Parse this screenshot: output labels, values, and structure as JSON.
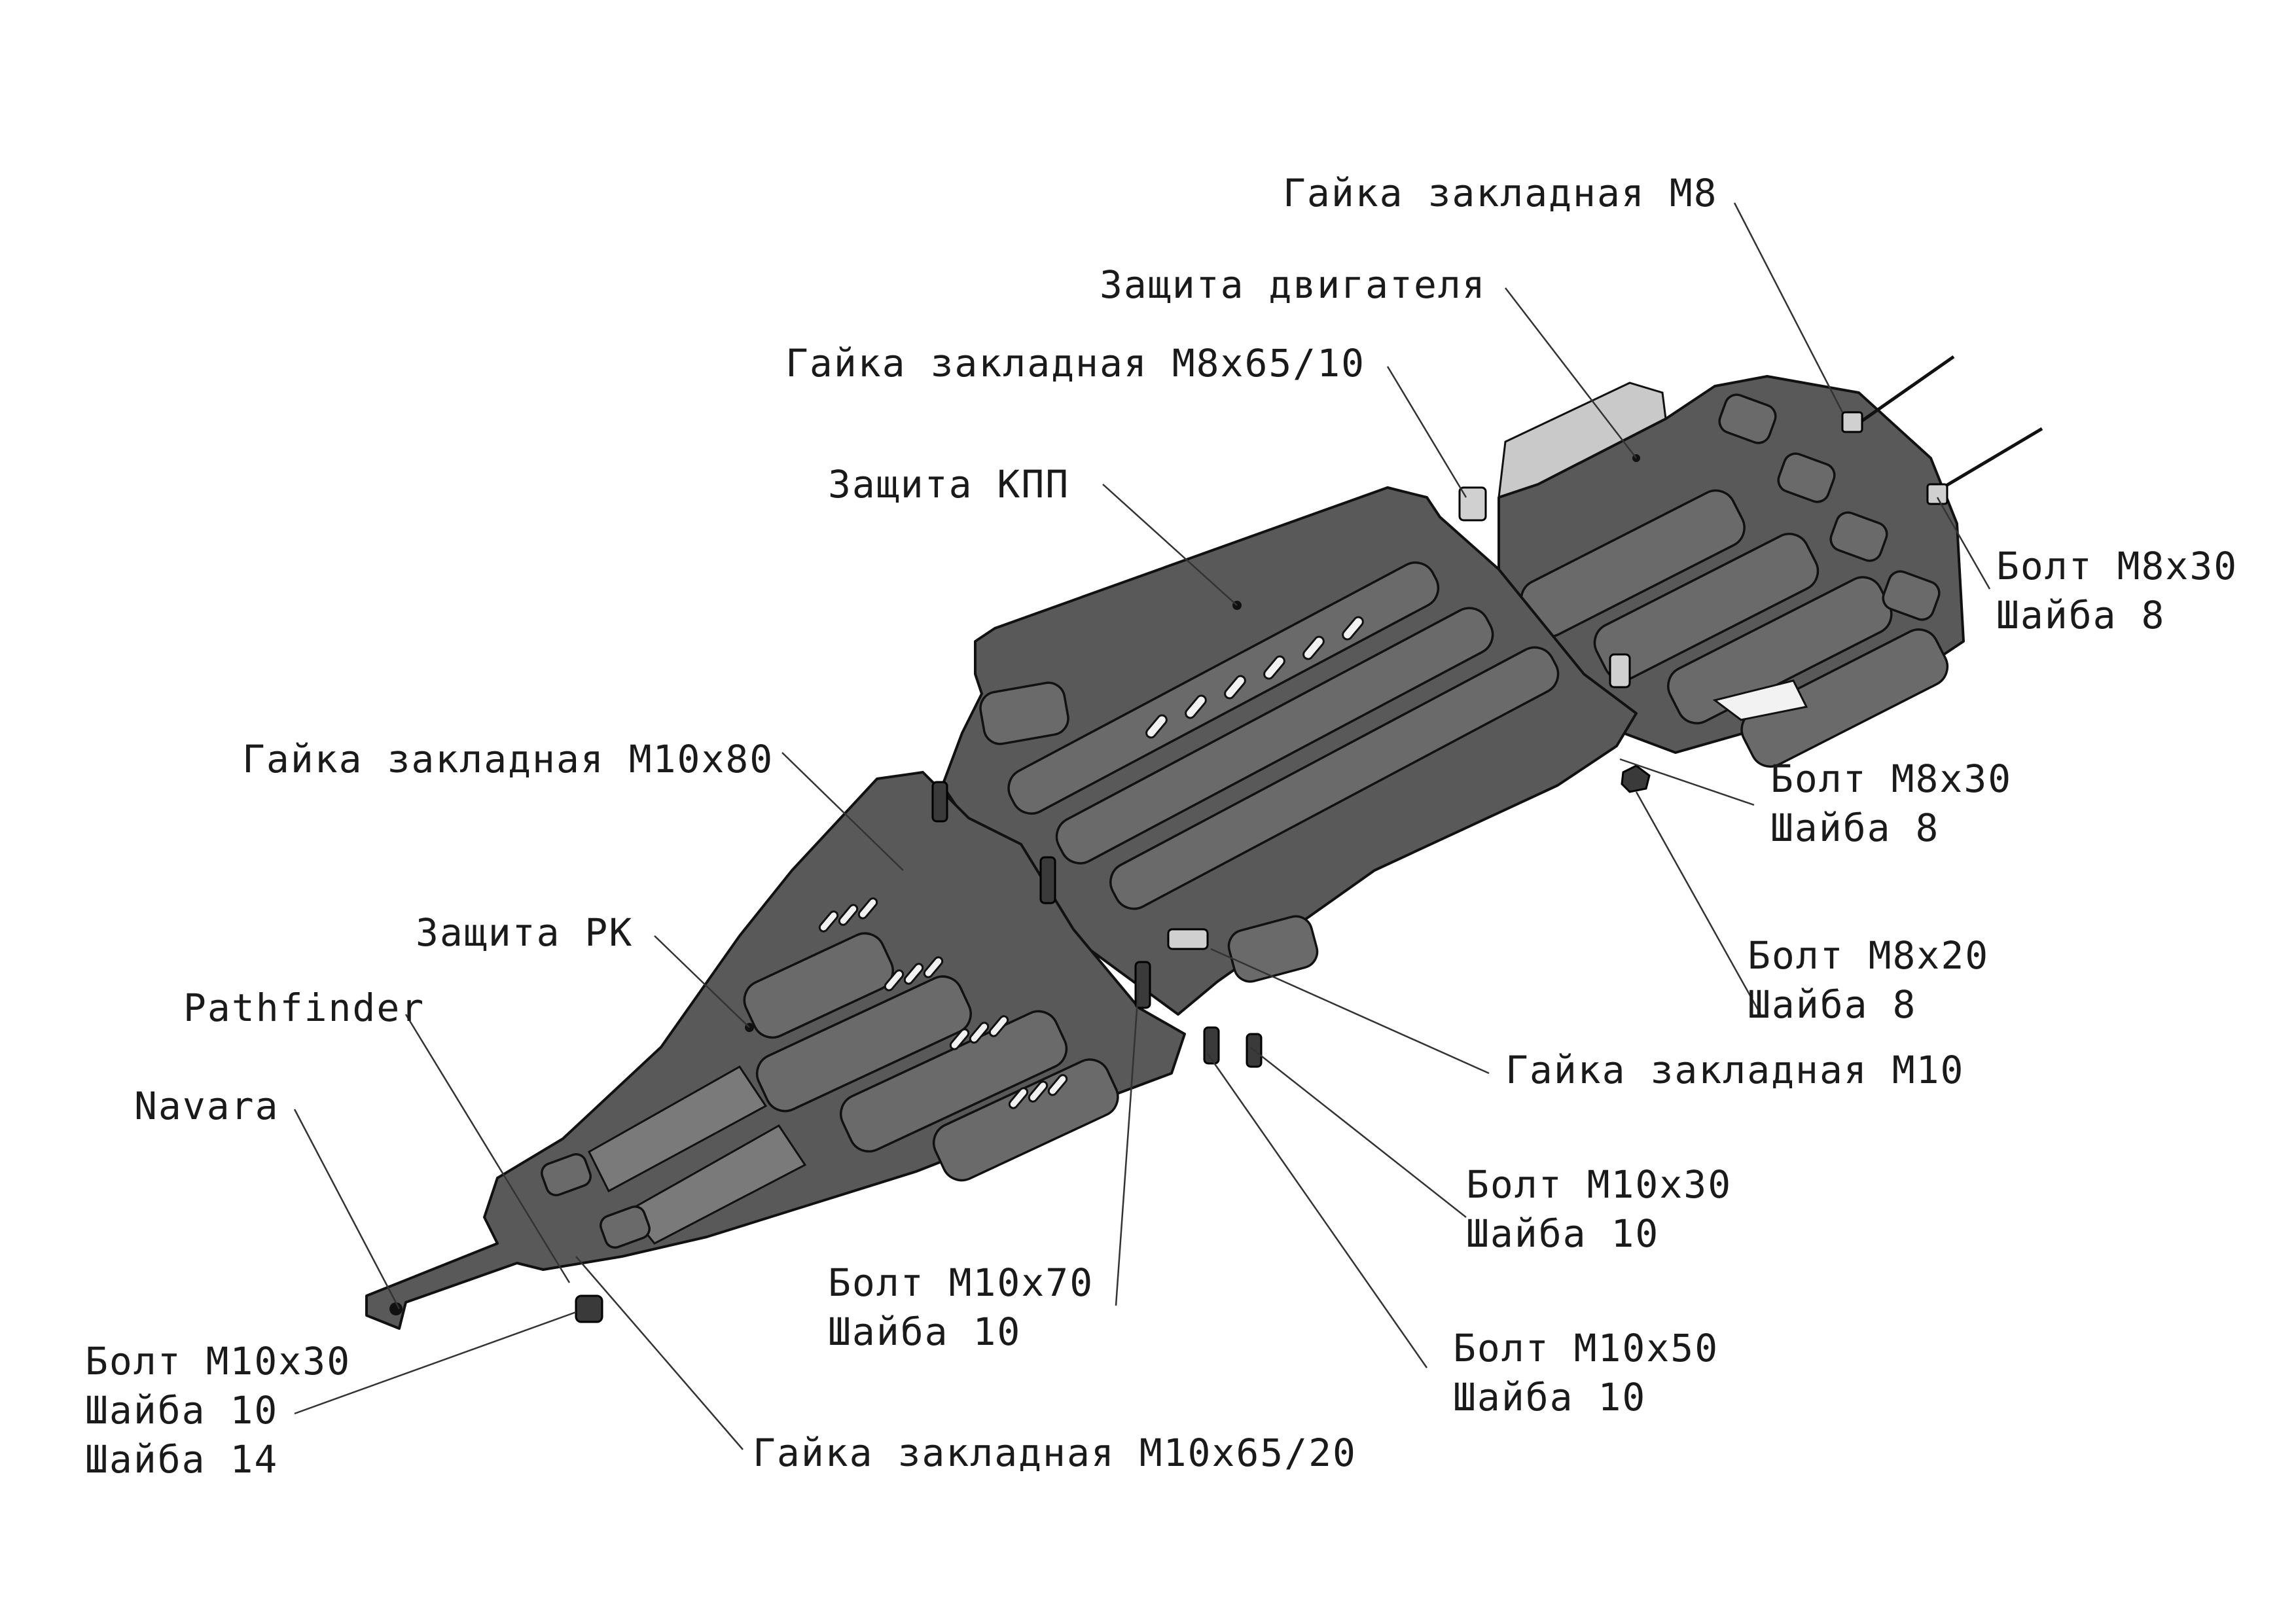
{
  "labels": {
    "nut_m8": "Гайка закладная М8",
    "engine_guard": "Защита двигателя",
    "nut_m8x65_10": "Гайка закладная М8х65/10",
    "gearbox_guard": "Защита КПП",
    "bolt_m8x30_right_1": "Болт М8х30",
    "washer_8_right_1": "Шайба 8",
    "bolt_m8x30_right_2": "Болт М8х30",
    "washer_8_right_2": "Шайба 8",
    "nut_m10x80": "Гайка закладная М10х80",
    "transfer_guard": "Защита РК",
    "bolt_m8x20": "Болт М8х20",
    "washer_8_m8x20": "Шайба 8",
    "pathfinder": "Pathfinder",
    "nut_m10": "Гайка закладная М10",
    "navara": "Navara",
    "bolt_m10x30_mid": "Болт М10х30",
    "washer_10_mid": "Шайба 10",
    "bolt_m10x70": "Болт М10х70",
    "washer_10_m10x70": "Шайба 10",
    "bolt_m10x50": "Болт М10х50",
    "washer_10_m10x50": "Шайба 10",
    "bolt_m10x30_left": "Болт М10х30",
    "washer_10_left": "Шайба 10",
    "washer_14_left": "Шайба 14",
    "nut_m10x65_20": "Гайка закладная М10х65/20"
  },
  "colors": {
    "plate": "#595959",
    "plate_highlight": "#c9c9c9",
    "background": "#ffffff",
    "text": "#1a1a1a"
  }
}
